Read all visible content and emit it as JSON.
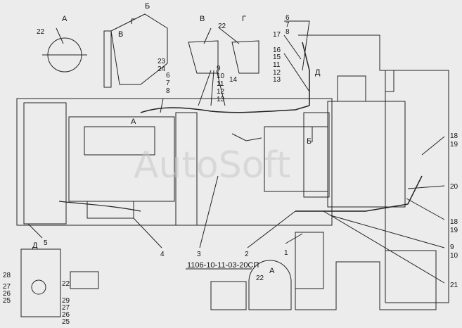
{
  "drawing": {
    "title": "1106-10-11-03-20СП",
    "watermark": "AutoSoft",
    "views": {
      "a_top": "А",
      "b_top": "Б",
      "v_top": "В",
      "g_top": "Г",
      "g_inset": "Г",
      "v_inset": "В",
      "a_main": "А",
      "b_main": "Б",
      "d_inset": "Д",
      "d_main": "Д",
      "a_bottom": "А"
    },
    "callouts": {
      "c22_a": "22",
      "c22_vg": "22",
      "c22_d": "22",
      "c22_bottom": "22",
      "c23": "23",
      "c24": "24",
      "c6_b": "6",
      "c7_b": "7",
      "c8_b": "8",
      "c9_m": "9",
      "c10_m": "10",
      "c11_m": "11",
      "c12_m": "12",
      "c13_m": "13",
      "c14": "14",
      "c6_tr": "6",
      "c7_tr": "7",
      "c8_tr": "8",
      "c16": "16",
      "c15": "15",
      "c11_r": "11",
      "c12_r": "12",
      "c13_r": "13",
      "c17": "17",
      "c18_a": "18",
      "c19_a": "19",
      "c20": "20",
      "c18_b": "18",
      "c19_b": "19",
      "c9_b": "9",
      "c10_b": "10",
      "c21": "21",
      "c1": "1",
      "c2": "2",
      "c3": "3",
      "c4": "4",
      "c5": "5",
      "c28": "28",
      "c29": "29",
      "c27_l": "27",
      "c26_l": "26",
      "c25_l": "25",
      "c27_r": "27",
      "c26_r": "26",
      "c25_r": "25"
    }
  }
}
